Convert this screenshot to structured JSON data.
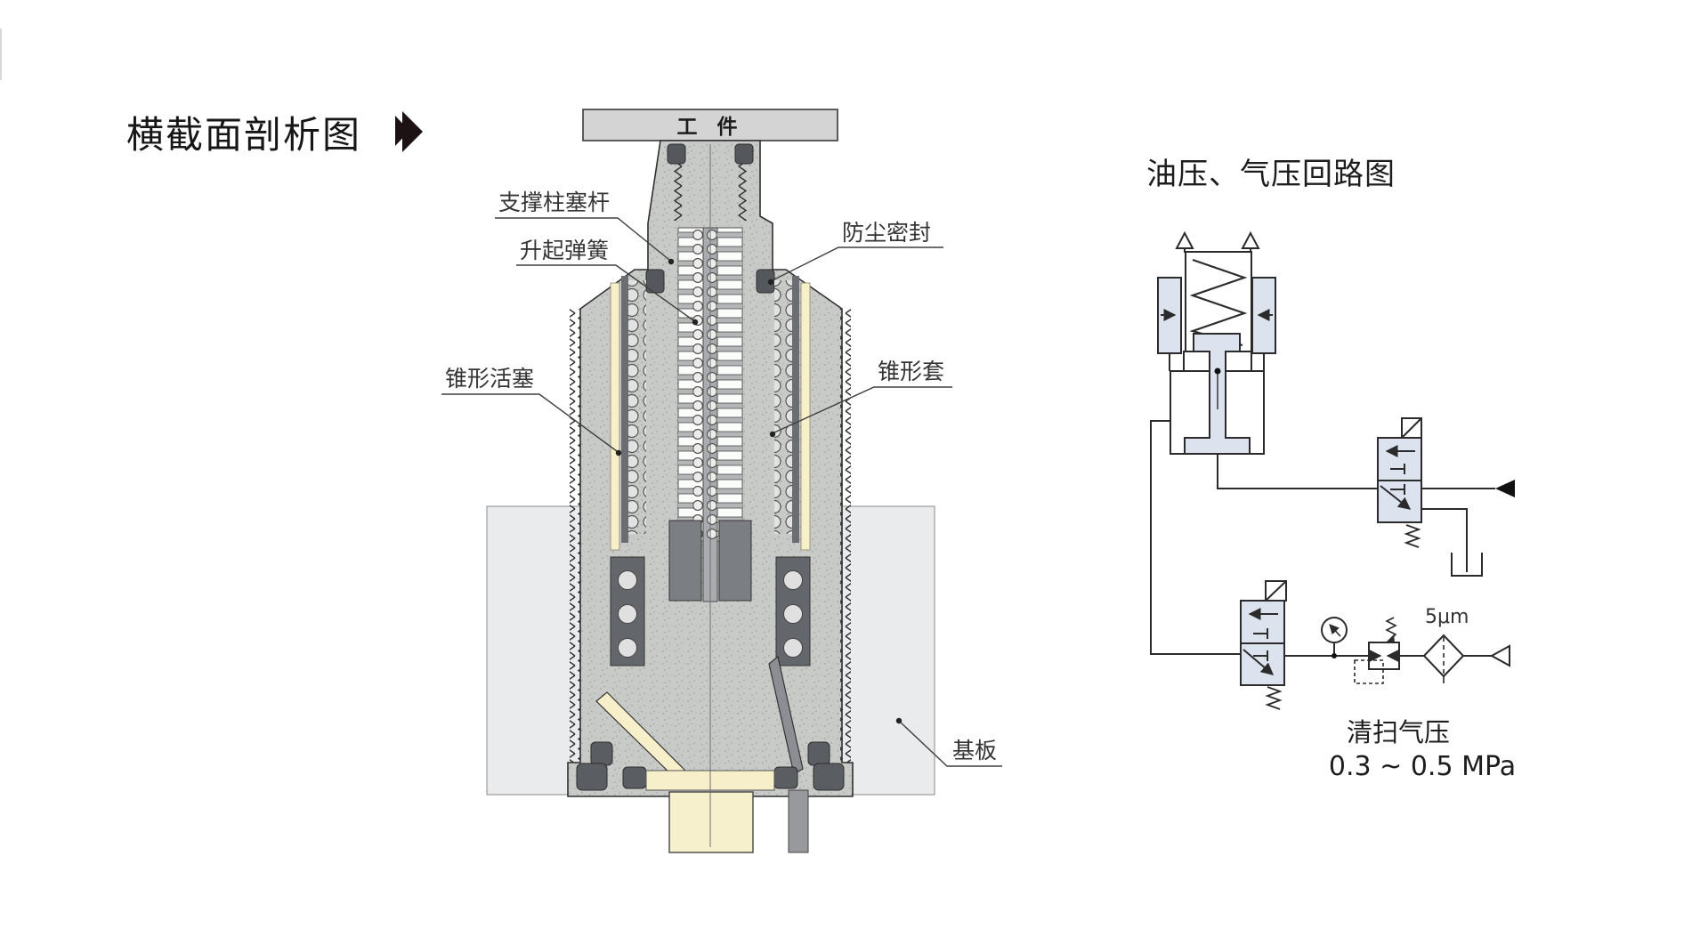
{
  "page": {
    "title": "横截面剖析图"
  },
  "cross_section": {
    "workpiece": "工 件",
    "labels": {
      "support_plunger": "支撑柱塞杆",
      "lift_spring": "升起弹簧",
      "dust_seal": "防尘密封",
      "taper_piston": "锥形活塞",
      "taper_sleeve": "锥形套",
      "base_plate": "基板"
    }
  },
  "circuit": {
    "title": "油压、气压回路图",
    "filter_rating": "5μm",
    "purge_air_label": "清扫气压",
    "purge_air_range": "0.3  ~  0.5  MPa"
  },
  "colors": {
    "arrow_blue": "#1b7cc1",
    "body_gray": "#c8cac8",
    "valve_fill": "#dde3ee",
    "cream": "#f6efc9",
    "base_plate": "#e9ebec"
  }
}
